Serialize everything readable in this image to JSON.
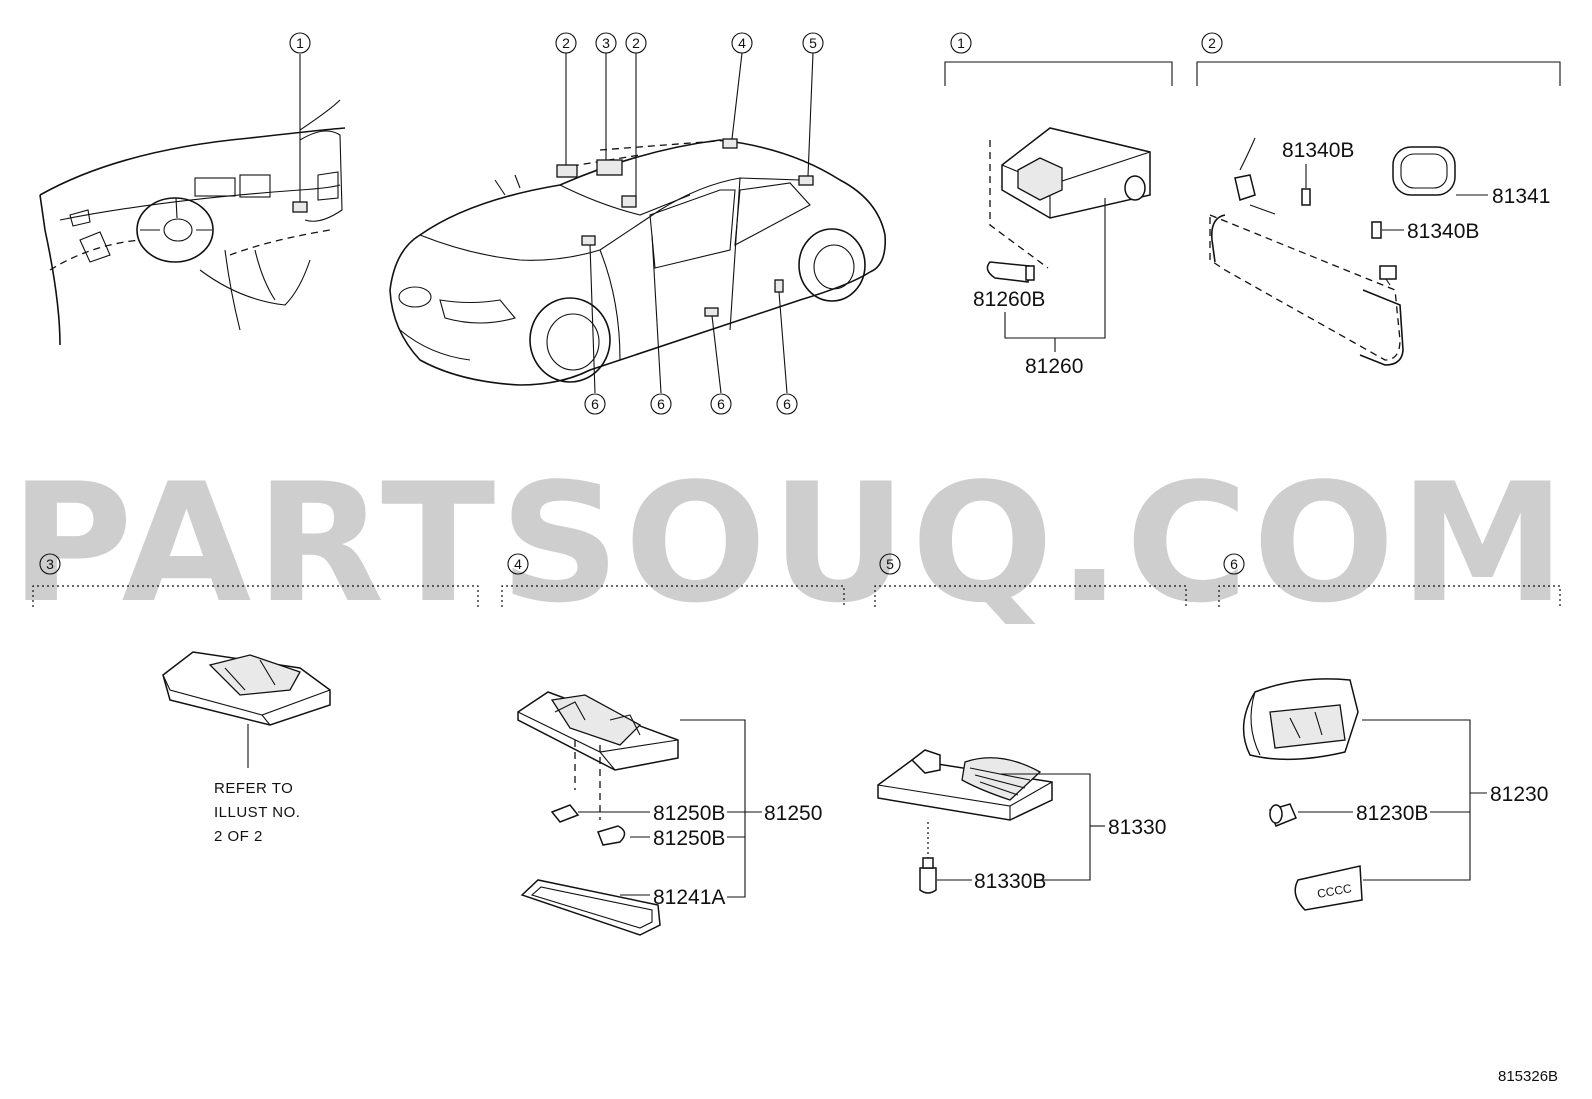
{
  "diagram": {
    "circle_labels": {
      "dash": "1",
      "car_top": [
        "2",
        "3",
        "2",
        "4",
        "5"
      ],
      "car_bottom": [
        "6",
        "6",
        "6",
        "6"
      ],
      "group_headers": [
        "1",
        "2",
        "3",
        "4",
        "5",
        "6"
      ]
    },
    "group1": {
      "parts": [
        "81260B",
        "81260"
      ]
    },
    "group2": {
      "parts": [
        "81340B",
        "81341",
        "81340B"
      ]
    },
    "group3": {
      "note_lines": [
        "REFER TO",
        "ILLUST NO.",
        "2 OF 2"
      ]
    },
    "group4": {
      "parts": [
        "81250B",
        "81250B",
        "81241A",
        "81250"
      ]
    },
    "group5": {
      "parts": [
        "81330",
        "81330B"
      ]
    },
    "group6": {
      "parts": [
        "81230B",
        "81230"
      ],
      "socket_text": "CCCC"
    },
    "watermark": "PARTSOUQ.COM",
    "illustration_code": "815326B"
  }
}
